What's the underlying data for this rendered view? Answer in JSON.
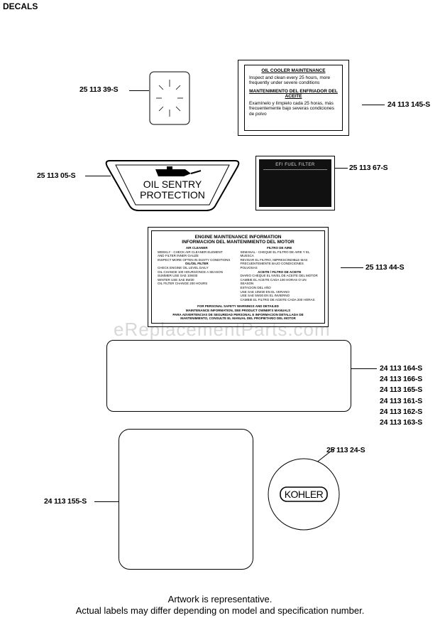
{
  "title": "DECALS",
  "watermark": "eReplacementParts.com",
  "decals": {
    "d1": {
      "part_number": "25 113 39-S"
    },
    "d2": {
      "part_number": "24 113 145-S",
      "heading_en": "OIL COOLER MAINTENANCE",
      "body_en": "Inspect and clean every 25 hours, more frequently under severe conditions",
      "heading_es": "MANTENIMIENTO DEL ENFRIADOR DEL ACEITE",
      "body_es": "Examínelo y límpielo cada 25 horas, más frecuentemente bajo severas condiciones de polvo"
    },
    "d3": {
      "part_number": "25 113 05-S",
      "line1": "OIL SENTRY",
      "line2": "PROTECTION"
    },
    "d4": {
      "part_number": "25 113 67-S",
      "label": "EFI FUEL FILTER"
    },
    "d5": {
      "part_number": "25 113 44-S",
      "heading1": "ENGINE MAINTENANCE INFORMATION",
      "heading2": "INFORMACION DEL MANTENIMIENTO DEL MOTOR",
      "left_col_title": "AIR CLEANER",
      "left_col": [
        "WEEKLY - CHECK AIR CLEANER ELEMENT",
        "AND FILTER INNER GAUZE",
        "INSPECT MORE OFTEN IN DUSTY CONDITIONS",
        "OIL/OIL FILTER",
        "CHECK ENGINE OIL LEVEL DAILY",
        "OIL CHANGE 100 HOURS/ONCE A SEASON",
        "SUMMER    USE SAE 10W30",
        "WINTER    USE SAE 5W30",
        "OIL FILTER CHANGE 200 HOURS"
      ],
      "right_col_title": "FILTRO DE AIRE",
      "right_col": [
        "SEMANAL - CHEQUE EL FILTRO DE AIRE Y EL MUESCA",
        "REVISAR EL FILTRO, IMPRESCINDIBLE MAS",
        "FRECUENTEMENTE BAJO CONDICIONES POLVOSAS",
        "ACEITE / FILTRO DE ACEITE",
        "DIARIO CHEQUE EL NIVEL DE ACEITE DEL MOTOR",
        "CAMBIE EL ACEITE CADA 100 HORAS O UN SEASON",
        "ESTACION DEL AÑO",
        "USE SAE 10W30 EN EL VERANO",
        "USE SAE 5W30 EN EL INVIERNO",
        "CAMBIE EL FILTRO DE ACEITE CADA 200 HORAS"
      ],
      "footer_lines": [
        "FOR PERSONAL SAFETY WARNINGS AND DETAILED",
        "MAINTENANCE INFORMATION, SEE PRODUCT OWNER'S MANUALS",
        "PARA ADVERTENCIAS DE SEGURIDAD PERSONAL E INFORMACION DETALLADA DE",
        "MANTENIMIENTO, CONSULTE EL MANUAL DEL PROPIETARIO DEL MOTOR"
      ]
    },
    "d6": {
      "part_numbers": [
        "24 113 164-S",
        "24 113 166-S",
        "24 113 165-S",
        "24 113 161-S",
        "24 113 162-S",
        "24 113 163-S"
      ]
    },
    "d7": {
      "part_number": "24 113 155-S"
    },
    "d8": {
      "part_number": "25 113 24-S",
      "logo_text": "KOHLER"
    }
  },
  "footer": {
    "line1": "Artwork is representative.",
    "line2": "Actual labels may differ depending on model and specification number."
  }
}
